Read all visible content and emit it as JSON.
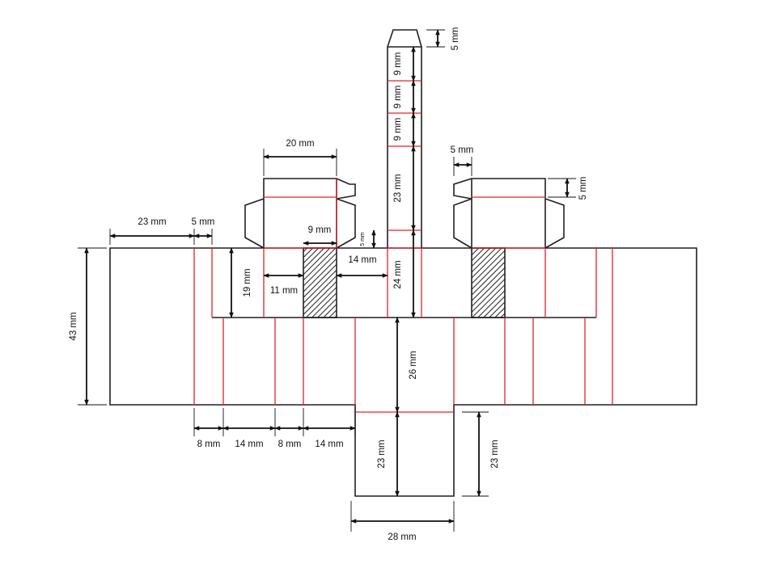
{
  "colors": {
    "cut_line": "#231f20",
    "fold_line": "#e5212b",
    "dimension": "#111111",
    "hatch": "#231f20"
  },
  "labels": {
    "d_23_top": "23 mm",
    "d_5_top": "5 mm",
    "d_20": "20 mm",
    "d_9_h": "9 mm",
    "d_5_small": "5 mm",
    "d_14_mid": "14 mm",
    "d_19": "19 mm",
    "d_11": "11 mm",
    "d_43": "43 mm",
    "d_24": "24 mm",
    "d_23_tab": "23 mm",
    "d_9_a": "9 mm",
    "d_9_b": "9 mm",
    "d_9_c": "9 mm",
    "d_5_tip": "5 mm",
    "d_5_right_h": "5 mm",
    "d_5_right_v": "5 mm",
    "d_26": "26 mm",
    "d_23_bottom": "23 mm",
    "d_23_bottom_right": "23 mm",
    "d_28": "28 mm",
    "d_8_a": "8 mm",
    "d_14_a": "14 mm",
    "d_8_b": "8 mm",
    "d_14_b": "14 mm"
  }
}
